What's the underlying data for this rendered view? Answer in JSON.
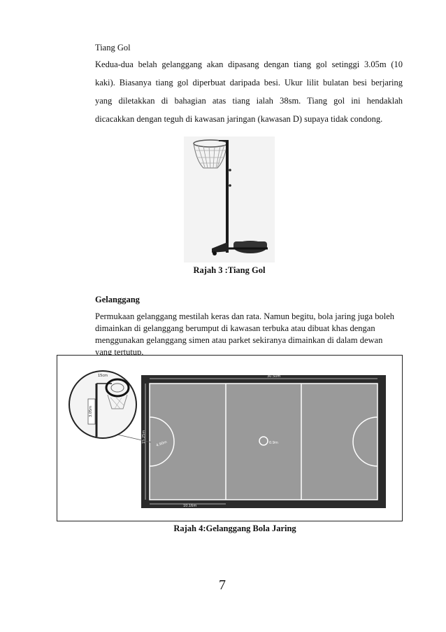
{
  "section1": {
    "heading": "Tiang Gol",
    "para_lines": [
      "Kedua-dua belah gelanggang akan dipasang dengan tiang gol setinggi 3.05m (10",
      "kaki). Biasanya tiang gol diperbuat daripada besi. Ukur lilit bulatan besi berjaring",
      "yang diletakkan di bahagian atas tiang ialah 38sm. Tiang gol ini hendaklah",
      "dicacakkan dengan teguh di kawasan jaringan (kawasan D) supaya tidak condong."
    ],
    "figure_caption": "Rajah 3 :Tiang Gol"
  },
  "section2": {
    "heading": "Gelanggang",
    "para_lines": [
      "Permukaan gelanggang mestilah keras dan rata. Namun begitu, bola jaring juga boleh",
      "dimainkan di gelanggang berumput di kawasan terbuka atau dibuat khas dengan",
      "menggunakan gelanggang simen atau parket sekiranya dimainkan di dalam dewan",
      "yang tertutup."
    ],
    "figure_caption": "Rajah 4:Gelanggang Bola Jaring",
    "court_labels": {
      "length": "30.50m",
      "width": "15.25m",
      "third": "10.16m",
      "centre_circle": "0.9m",
      "goal_circle": "4.90m",
      "ring": "15cm",
      "post_height": "3.05m"
    }
  },
  "page_number": "7"
}
